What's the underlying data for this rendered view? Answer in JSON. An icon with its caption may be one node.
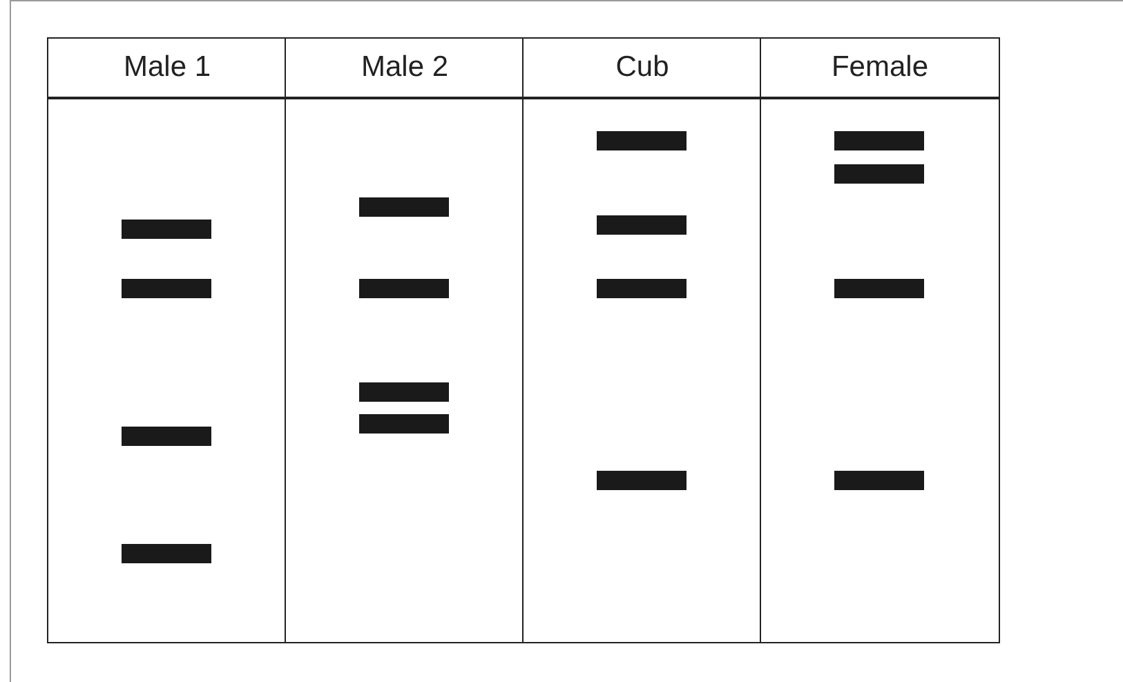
{
  "diagram": {
    "nodes": [
      {
        "text": [
          "Male 1"
        ]
      },
      {
        "text": [],
        "shape": "bar",
        "in": 0
      },
      {
        "text": [],
        "shape": "bar",
        "in": 0
      },
      {
        "text": [],
        "shape": "bar",
        "in": 0
      },
      {
        "text": [],
        "shape": "bar",
        "in": 0
      },
      {
        "text": [
          "Male 2"
        ]
      },
      {
        "text": [],
        "shape": "bar",
        "in": 5
      },
      {
        "text": [],
        "shape": "bar",
        "in": 5
      },
      {
        "text": [],
        "shape": "bar",
        "in": 5
      },
      {
        "text": [],
        "shape": "bar",
        "in": 5
      },
      {
        "text": [
          "Cub"
        ]
      },
      {
        "text": [],
        "shape": "bar",
        "in": 10
      },
      {
        "text": [],
        "shape": "bar",
        "in": 10
      },
      {
        "text": [],
        "shape": "bar",
        "in": 10
      },
      {
        "text": [],
        "shape": "bar",
        "in": 10
      },
      {
        "text": [
          "Female"
        ]
      },
      {
        "text": [],
        "shape": "bar",
        "in": 15
      },
      {
        "text": [],
        "shape": "bar",
        "in": 15
      },
      {
        "text": [],
        "shape": "bar",
        "in": 15
      },
      {
        "text": [],
        "shape": "bar",
        "in": 15
      }
    ]
  }
}
